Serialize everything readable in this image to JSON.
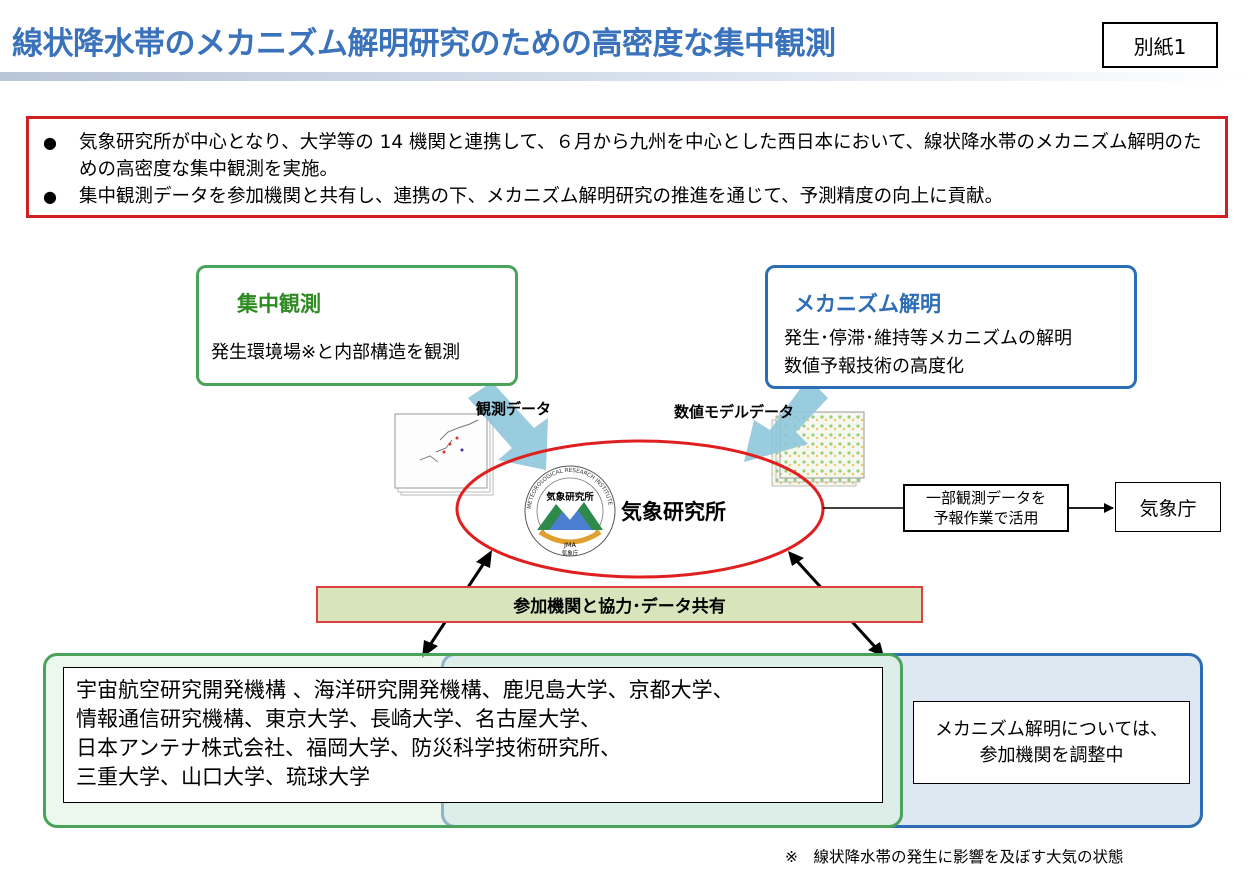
{
  "header": {
    "title": "線状降水帯のメカニズム解明研究のための高密度な集中観測",
    "attachment_label": "別紙1"
  },
  "summary": {
    "bullets": [
      "気象研究所が中心となり、大学等の 14 機関と連携して、６月から九州を中心とした西日本において、線状降水帯のメカニズム解明のための高密度な集中観測を実施。",
      "集中観測データを参加機関と共有し、連携の下、メカニズム解明研究の推進を通じて、予測精度の向上に貢献。"
    ]
  },
  "observation_box": {
    "title": "集中観測",
    "text": "発生環境場※と内部構造を観測"
  },
  "mechanism_box": {
    "title": "メカニズム解明",
    "lines": [
      "発生･停滞･維持等メカニズムの解明",
      "数値予報技術の高度化"
    ]
  },
  "flows": {
    "observation_data": "観測データ",
    "model_data": "数値モデルデータ"
  },
  "center": {
    "label": "気象研究所",
    "logo": {
      "icon": "mri-logo-icon",
      "inner_text": "気象研究所",
      "ring_text": "METEOROLOGICAL RESEARCH INSTITUTE",
      "bottom_text": "JMA",
      "sub_text": "気象庁"
    }
  },
  "jma_link": {
    "note_lines": [
      "一部観測データを",
      "予報作業で活用"
    ],
    "target": "気象庁"
  },
  "cooperation": {
    "label": "参加機関と協力･データ共有"
  },
  "partners": {
    "lines": [
      "宇宙航空研究開発機構 、海洋研究開発機構、鹿児島大学、京都大学、",
      "情報通信研究機構、東京大学、長崎大学、名古屋大学、",
      "日本アンテナ株式会社、福岡大学、防災科学技術研究所、",
      "三重大学、山口大学、琉球大学"
    ]
  },
  "pending": {
    "lines": [
      "メカニズム解明については、",
      "参加機関を調整中"
    ]
  },
  "footnote": "※　線状降水帯の発生に影響を及ぼす大気の状態",
  "colors": {
    "title_blue": "#3a72bb",
    "summary_red": "#d21f1f",
    "green": "#4aa35a",
    "blue": "#2c6db5",
    "banner_fill": "#d8e4bc",
    "ellipse_red": "#e02020",
    "arrow_fill": "#8fc6dc"
  }
}
